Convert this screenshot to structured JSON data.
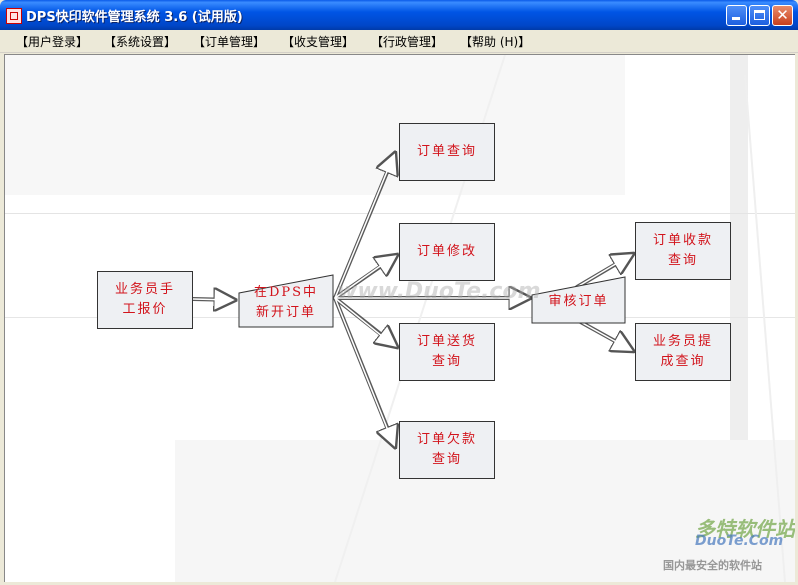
{
  "window": {
    "title": "DPS快印软件管理系统 3.6 (试用版)"
  },
  "menu": [
    {
      "label": "【用户登录】"
    },
    {
      "label": "【系统设置】"
    },
    {
      "label": "【订单管理】"
    },
    {
      "label": "【收支管理】"
    },
    {
      "label": "【行政管理】"
    },
    {
      "label": "【帮助 (H)】"
    }
  ],
  "flow": {
    "start": "业务员手工报价",
    "create": "在DPS中新开订单",
    "query": "订单查询",
    "modify": "订单修改",
    "delivery": "订单送货查询",
    "arrears": "订单欠款查询",
    "review": "审核订单",
    "payment": "订单收款查询",
    "commission": "业务员提成查询"
  },
  "watermark": {
    "center": "www.DuoTe.com",
    "logo": "多特软件站",
    "logo_sub": "DuoTe.Com",
    "caption": "国内最安全的软件站"
  }
}
